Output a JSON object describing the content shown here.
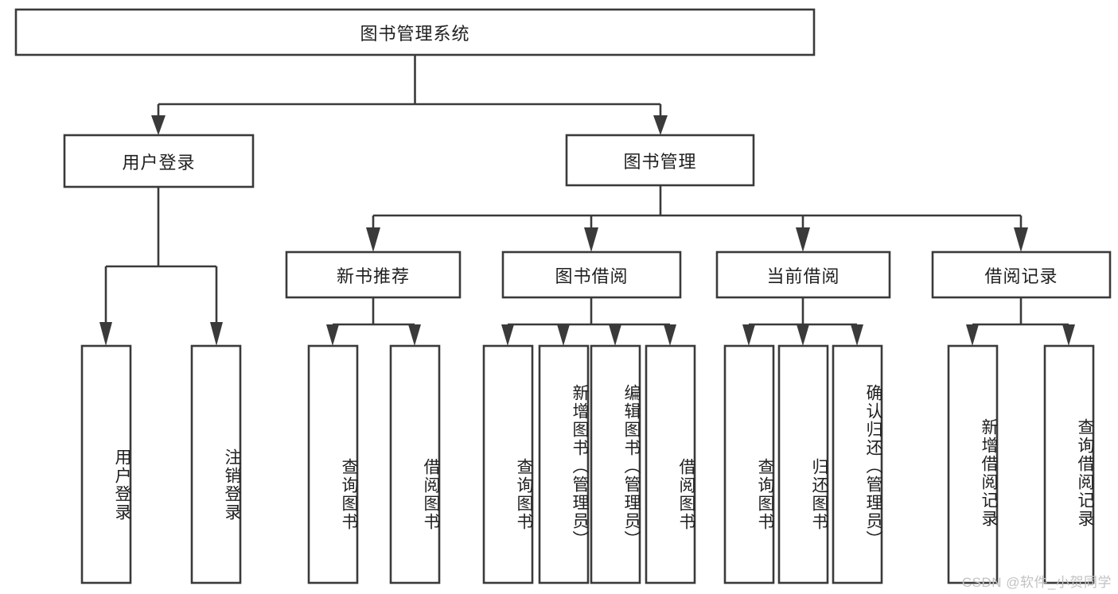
{
  "diagram": {
    "type": "tree-hierarchy-functional-decomposition",
    "title": "图书管理系统",
    "orientation": "top-down",
    "box_fill": "#ffffff",
    "box_stroke": "#3a3a3a",
    "text_color": "#1f1f1f",
    "background": "#ffffff",
    "levels": 4,
    "nodes": {
      "root": {
        "label": "图书管理系统",
        "level": 1,
        "orientation": "horizontal"
      },
      "l2_user_login": {
        "label": "用户登录",
        "level": 2,
        "orientation": "horizontal"
      },
      "l2_book_manage": {
        "label": "图书管理",
        "level": 2,
        "orientation": "horizontal"
      },
      "l3_new_book_rec": {
        "label": "新书推荐",
        "level": 3,
        "orientation": "horizontal"
      },
      "l3_book_borrow": {
        "label": "图书借阅",
        "level": 3,
        "orientation": "horizontal"
      },
      "l3_current_borrow": {
        "label": "当前借阅",
        "level": 3,
        "orientation": "horizontal"
      },
      "l3_borrow_record": {
        "label": "借阅记录",
        "level": 3,
        "orientation": "horizontal"
      },
      "leaf_user_login": {
        "label": "用户登录",
        "level": 4,
        "orientation": "vertical"
      },
      "leaf_logout": {
        "label": "注销登录",
        "level": 4,
        "orientation": "vertical"
      },
      "leaf_query_book_a": {
        "label": "查询图书",
        "level": 4,
        "orientation": "vertical"
      },
      "leaf_borrow_book_a": {
        "label": "借阅图书",
        "level": 4,
        "orientation": "vertical"
      },
      "leaf_query_book_b": {
        "label": "查询图书",
        "level": 4,
        "orientation": "vertical"
      },
      "leaf_add_book": {
        "label": "新增图书（管理员）",
        "level": 4,
        "orientation": "vertical"
      },
      "leaf_edit_book": {
        "label": "编辑图书（管理员）",
        "level": 4,
        "orientation": "vertical"
      },
      "leaf_borrow_book_b": {
        "label": "借阅图书",
        "level": 4,
        "orientation": "vertical"
      },
      "leaf_query_book_c": {
        "label": "查询图书",
        "level": 4,
        "orientation": "vertical"
      },
      "leaf_return_book": {
        "label": "归还图书",
        "level": 4,
        "orientation": "vertical"
      },
      "leaf_confirm_return": {
        "label": "确认归还（管理员）",
        "level": 4,
        "orientation": "vertical"
      },
      "leaf_add_record": {
        "label": "新增借阅记录",
        "level": 4,
        "orientation": "vertical"
      },
      "leaf_query_record": {
        "label": "查询借阅记录",
        "level": 4,
        "orientation": "vertical"
      }
    },
    "edges": [
      {
        "from": "root",
        "to": "l2_user_login"
      },
      {
        "from": "root",
        "to": "l2_book_manage"
      },
      {
        "from": "l2_user_login",
        "to": "leaf_user_login"
      },
      {
        "from": "l2_user_login",
        "to": "leaf_logout"
      },
      {
        "from": "l2_book_manage",
        "to": "l3_new_book_rec"
      },
      {
        "from": "l2_book_manage",
        "to": "l3_book_borrow"
      },
      {
        "from": "l2_book_manage",
        "to": "l3_current_borrow"
      },
      {
        "from": "l2_book_manage",
        "to": "l3_borrow_record"
      },
      {
        "from": "l3_new_book_rec",
        "to": "leaf_query_book_a"
      },
      {
        "from": "l3_new_book_rec",
        "to": "leaf_borrow_book_a"
      },
      {
        "from": "l3_book_borrow",
        "to": "leaf_query_book_b"
      },
      {
        "from": "l3_book_borrow",
        "to": "leaf_add_book"
      },
      {
        "from": "l3_book_borrow",
        "to": "leaf_edit_book"
      },
      {
        "from": "l3_book_borrow",
        "to": "leaf_borrow_book_b"
      },
      {
        "from": "l3_current_borrow",
        "to": "leaf_query_book_c"
      },
      {
        "from": "l3_current_borrow",
        "to": "leaf_return_book"
      },
      {
        "from": "l3_current_borrow",
        "to": "leaf_confirm_return"
      },
      {
        "from": "l3_borrow_record",
        "to": "leaf_add_record"
      },
      {
        "from": "l3_borrow_record",
        "to": "leaf_query_record"
      }
    ]
  },
  "watermark": {
    "text": "CSDN @软件_小贺同学"
  }
}
